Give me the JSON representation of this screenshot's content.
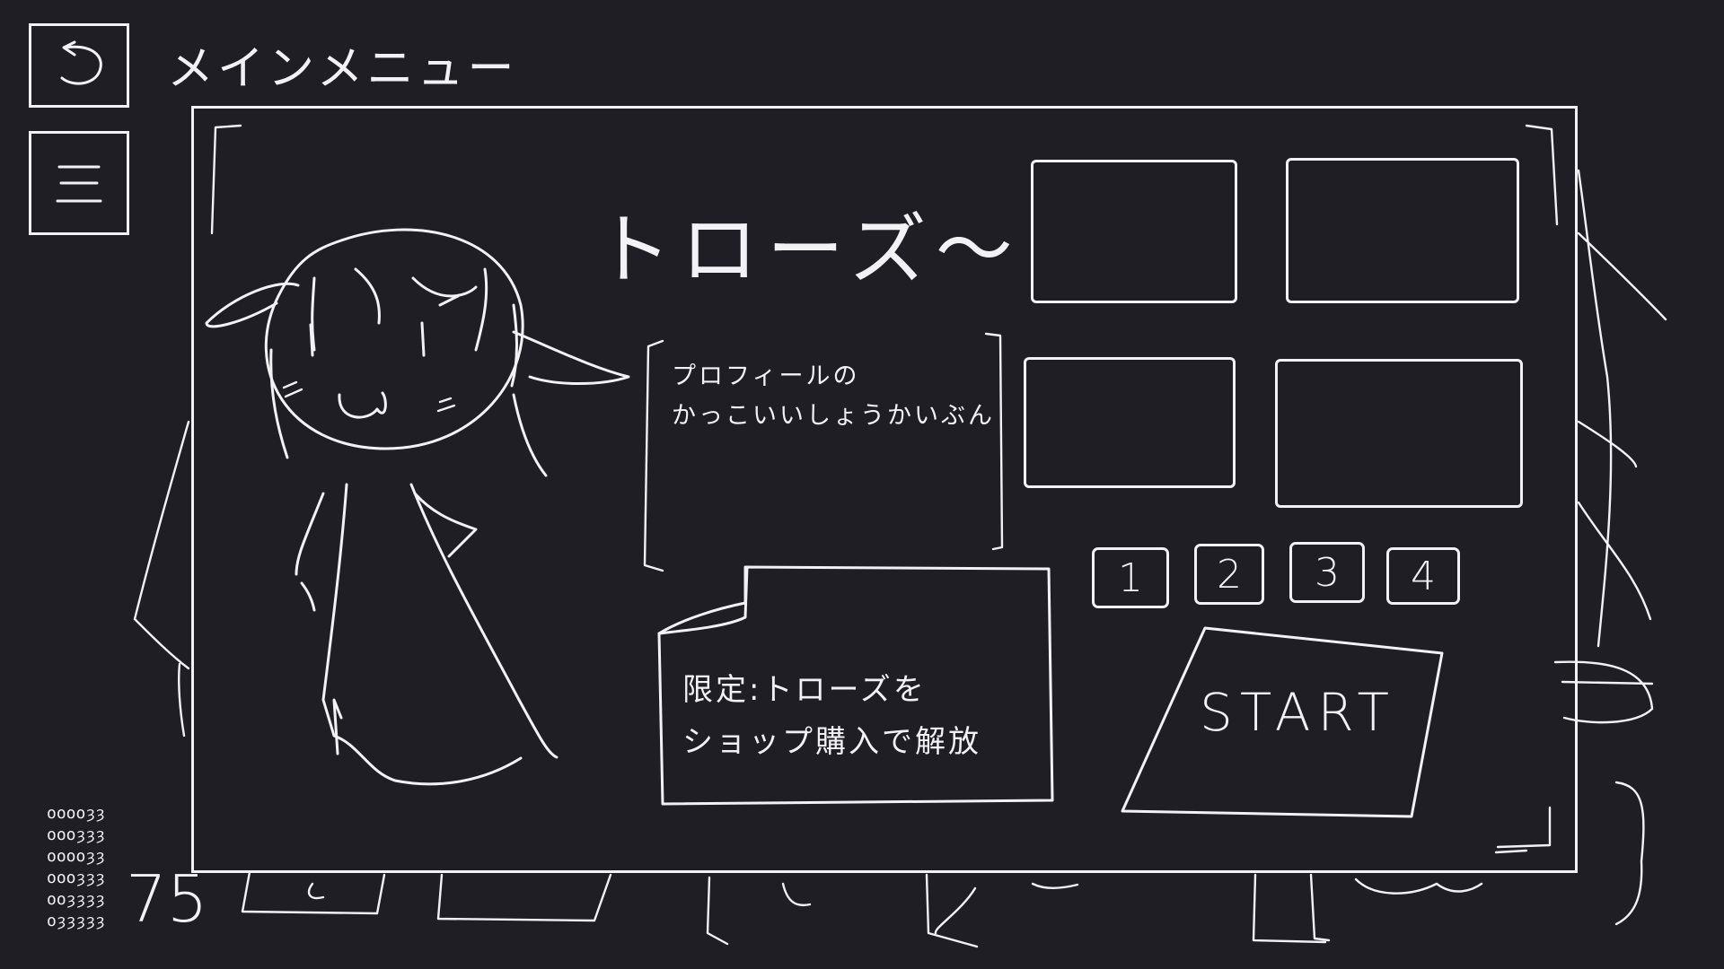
{
  "header": {
    "title": "メインメニュー",
    "back_icon": "undo-arrow-icon",
    "menu_icon": "hamburger-menu-icon"
  },
  "character": {
    "name": "トローズ〜",
    "profile": "プロフィールの\nかっこいいしょうかいぶん"
  },
  "unlock_note": {
    "text": "限定:トローズを\nショップ購入で解放"
  },
  "card_slots": [
    "",
    "",
    "",
    ""
  ],
  "pages": [
    "1",
    "2",
    "3",
    "4"
  ],
  "start_button": {
    "label": "START"
  },
  "bottom_counter": "75",
  "colors": {
    "background": "#1e1e24",
    "stroke": "#f2f2f6"
  }
}
